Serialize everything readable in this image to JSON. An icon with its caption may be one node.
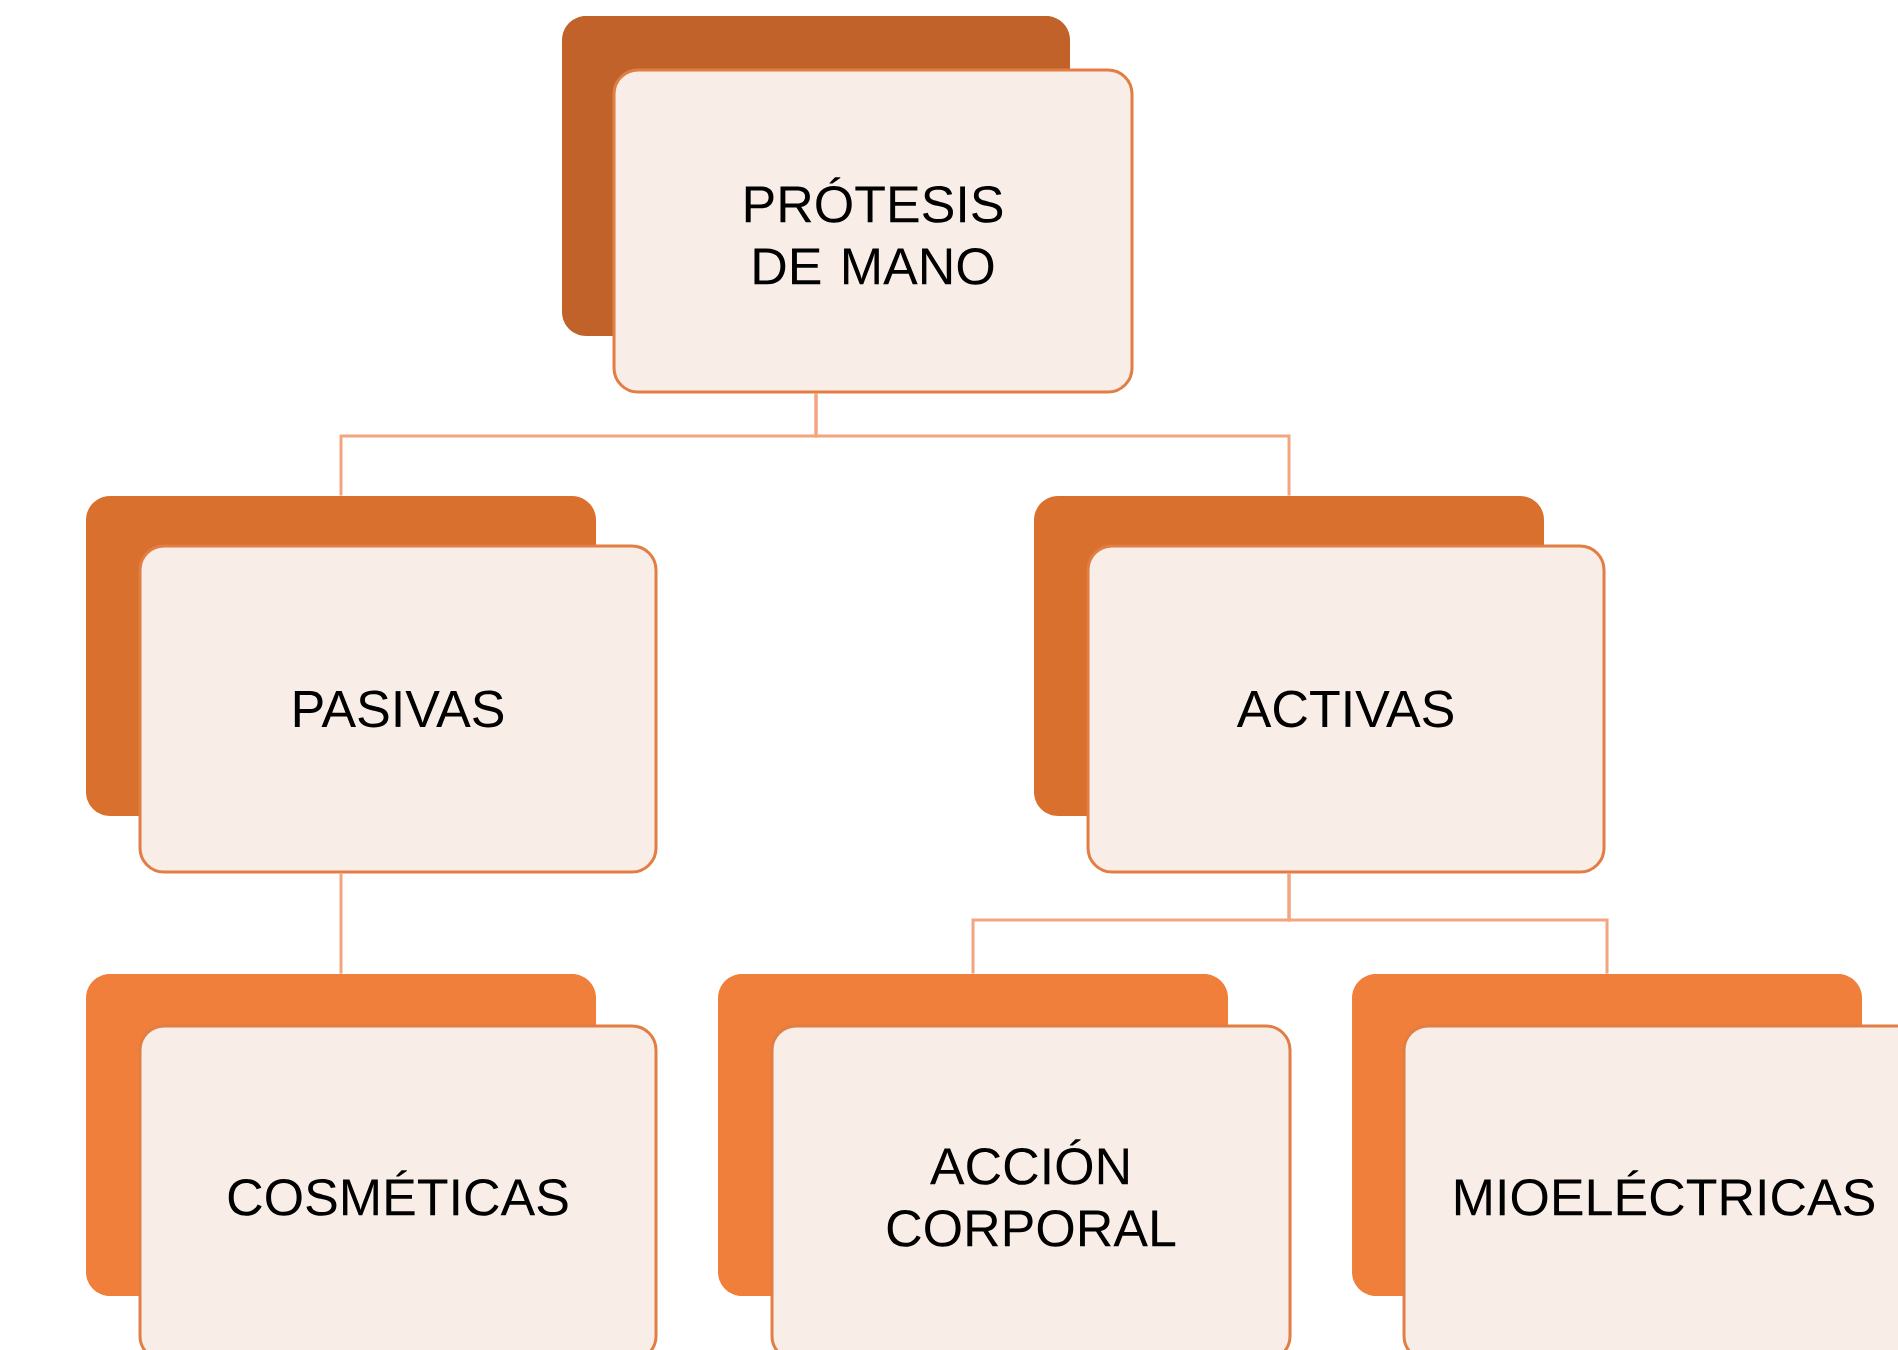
{
  "diagram": {
    "nodes": [
      {
        "text": [
          "PRÓTESIS DE MANO"
        ]
      },
      {
        "text": [
          "PASIVAS"
        ]
      },
      {
        "text": [
          "ACTIVAS"
        ]
      },
      {
        "text": [
          "COSMÉTICAS"
        ]
      },
      {
        "text": [
          "ACCIÓN CORPORAL"
        ]
      },
      {
        "text": [
          "MIOELÉCTRICAS"
        ]
      }
    ],
    "edges": [
      {
        "from": 0,
        "to": 1,
        "arrow": "none"
      },
      {
        "from": 0,
        "to": 2,
        "arrow": "none"
      },
      {
        "from": 1,
        "to": 3,
        "arrow": "none"
      },
      {
        "from": 2,
        "to": 4,
        "arrow": "none"
      },
      {
        "from": 2,
        "to": 5,
        "arrow": "none"
      }
    ]
  }
}
